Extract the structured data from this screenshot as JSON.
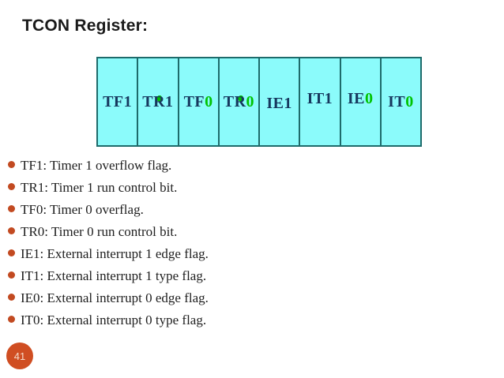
{
  "title": "TCON Register:",
  "colors": {
    "bg": "#ffffff",
    "title_text": "#1a1a1a",
    "cell_bg": "#8bfbfb",
    "cell_border": "#1e6b6b",
    "cell_text": "#16385e",
    "green": "#00c300",
    "bullet": "#c24a21",
    "body_text": "#1e1e1e",
    "page_badge": "#d04e22",
    "page_text": "#f6dccb"
  },
  "register": {
    "cells": [
      {
        "label": "TF1",
        "parts": [
          {
            "t": "TF1",
            "c": "dark"
          }
        ]
      },
      {
        "label": "TR1",
        "parts": [
          {
            "t": "T",
            "c": "dark"
          },
          {
            "t": "R",
            "c": "dark",
            "dot": true
          },
          {
            "t": "1",
            "c": "dark"
          }
        ]
      },
      {
        "label": "TF0",
        "parts": [
          {
            "t": "TF",
            "c": "dark"
          },
          {
            "t": "0",
            "c": "green"
          }
        ]
      },
      {
        "label": "TR0",
        "parts": [
          {
            "t": "T",
            "c": "dark"
          },
          {
            "t": "R",
            "c": "dark",
            "dot": true
          },
          {
            "t": "0",
            "c": "green"
          }
        ]
      },
      {
        "label": "IE1",
        "parts": [
          {
            "t": "IE1",
            "c": "dark"
          }
        ]
      },
      {
        "label": "IT1",
        "parts": [
          {
            "t": "IT1",
            "c": "dark"
          }
        ]
      },
      {
        "label": "IE0",
        "parts": [
          {
            "t": "IE",
            "c": "dark"
          },
          {
            "t": "0",
            "c": "green"
          }
        ]
      },
      {
        "label": "IT0",
        "parts": [
          {
            "t": "IT",
            "c": "dark"
          },
          {
            "t": "0",
            "c": "green"
          }
        ]
      }
    ]
  },
  "bullets": [
    "TF1: Timer 1 overflow flag.",
    "TR1: Timer 1 run control bit.",
    "TF0: Timer 0 overflag.",
    "TR0: Timer 0 run control bit.",
    "IE1: External interrupt 1 edge flag.",
    "IT1: External interrupt 1 type flag.",
    "IE0: External interrupt 0 edge flag.",
    "IT0: External interrupt 0 type flag."
  ],
  "page_number": "41"
}
